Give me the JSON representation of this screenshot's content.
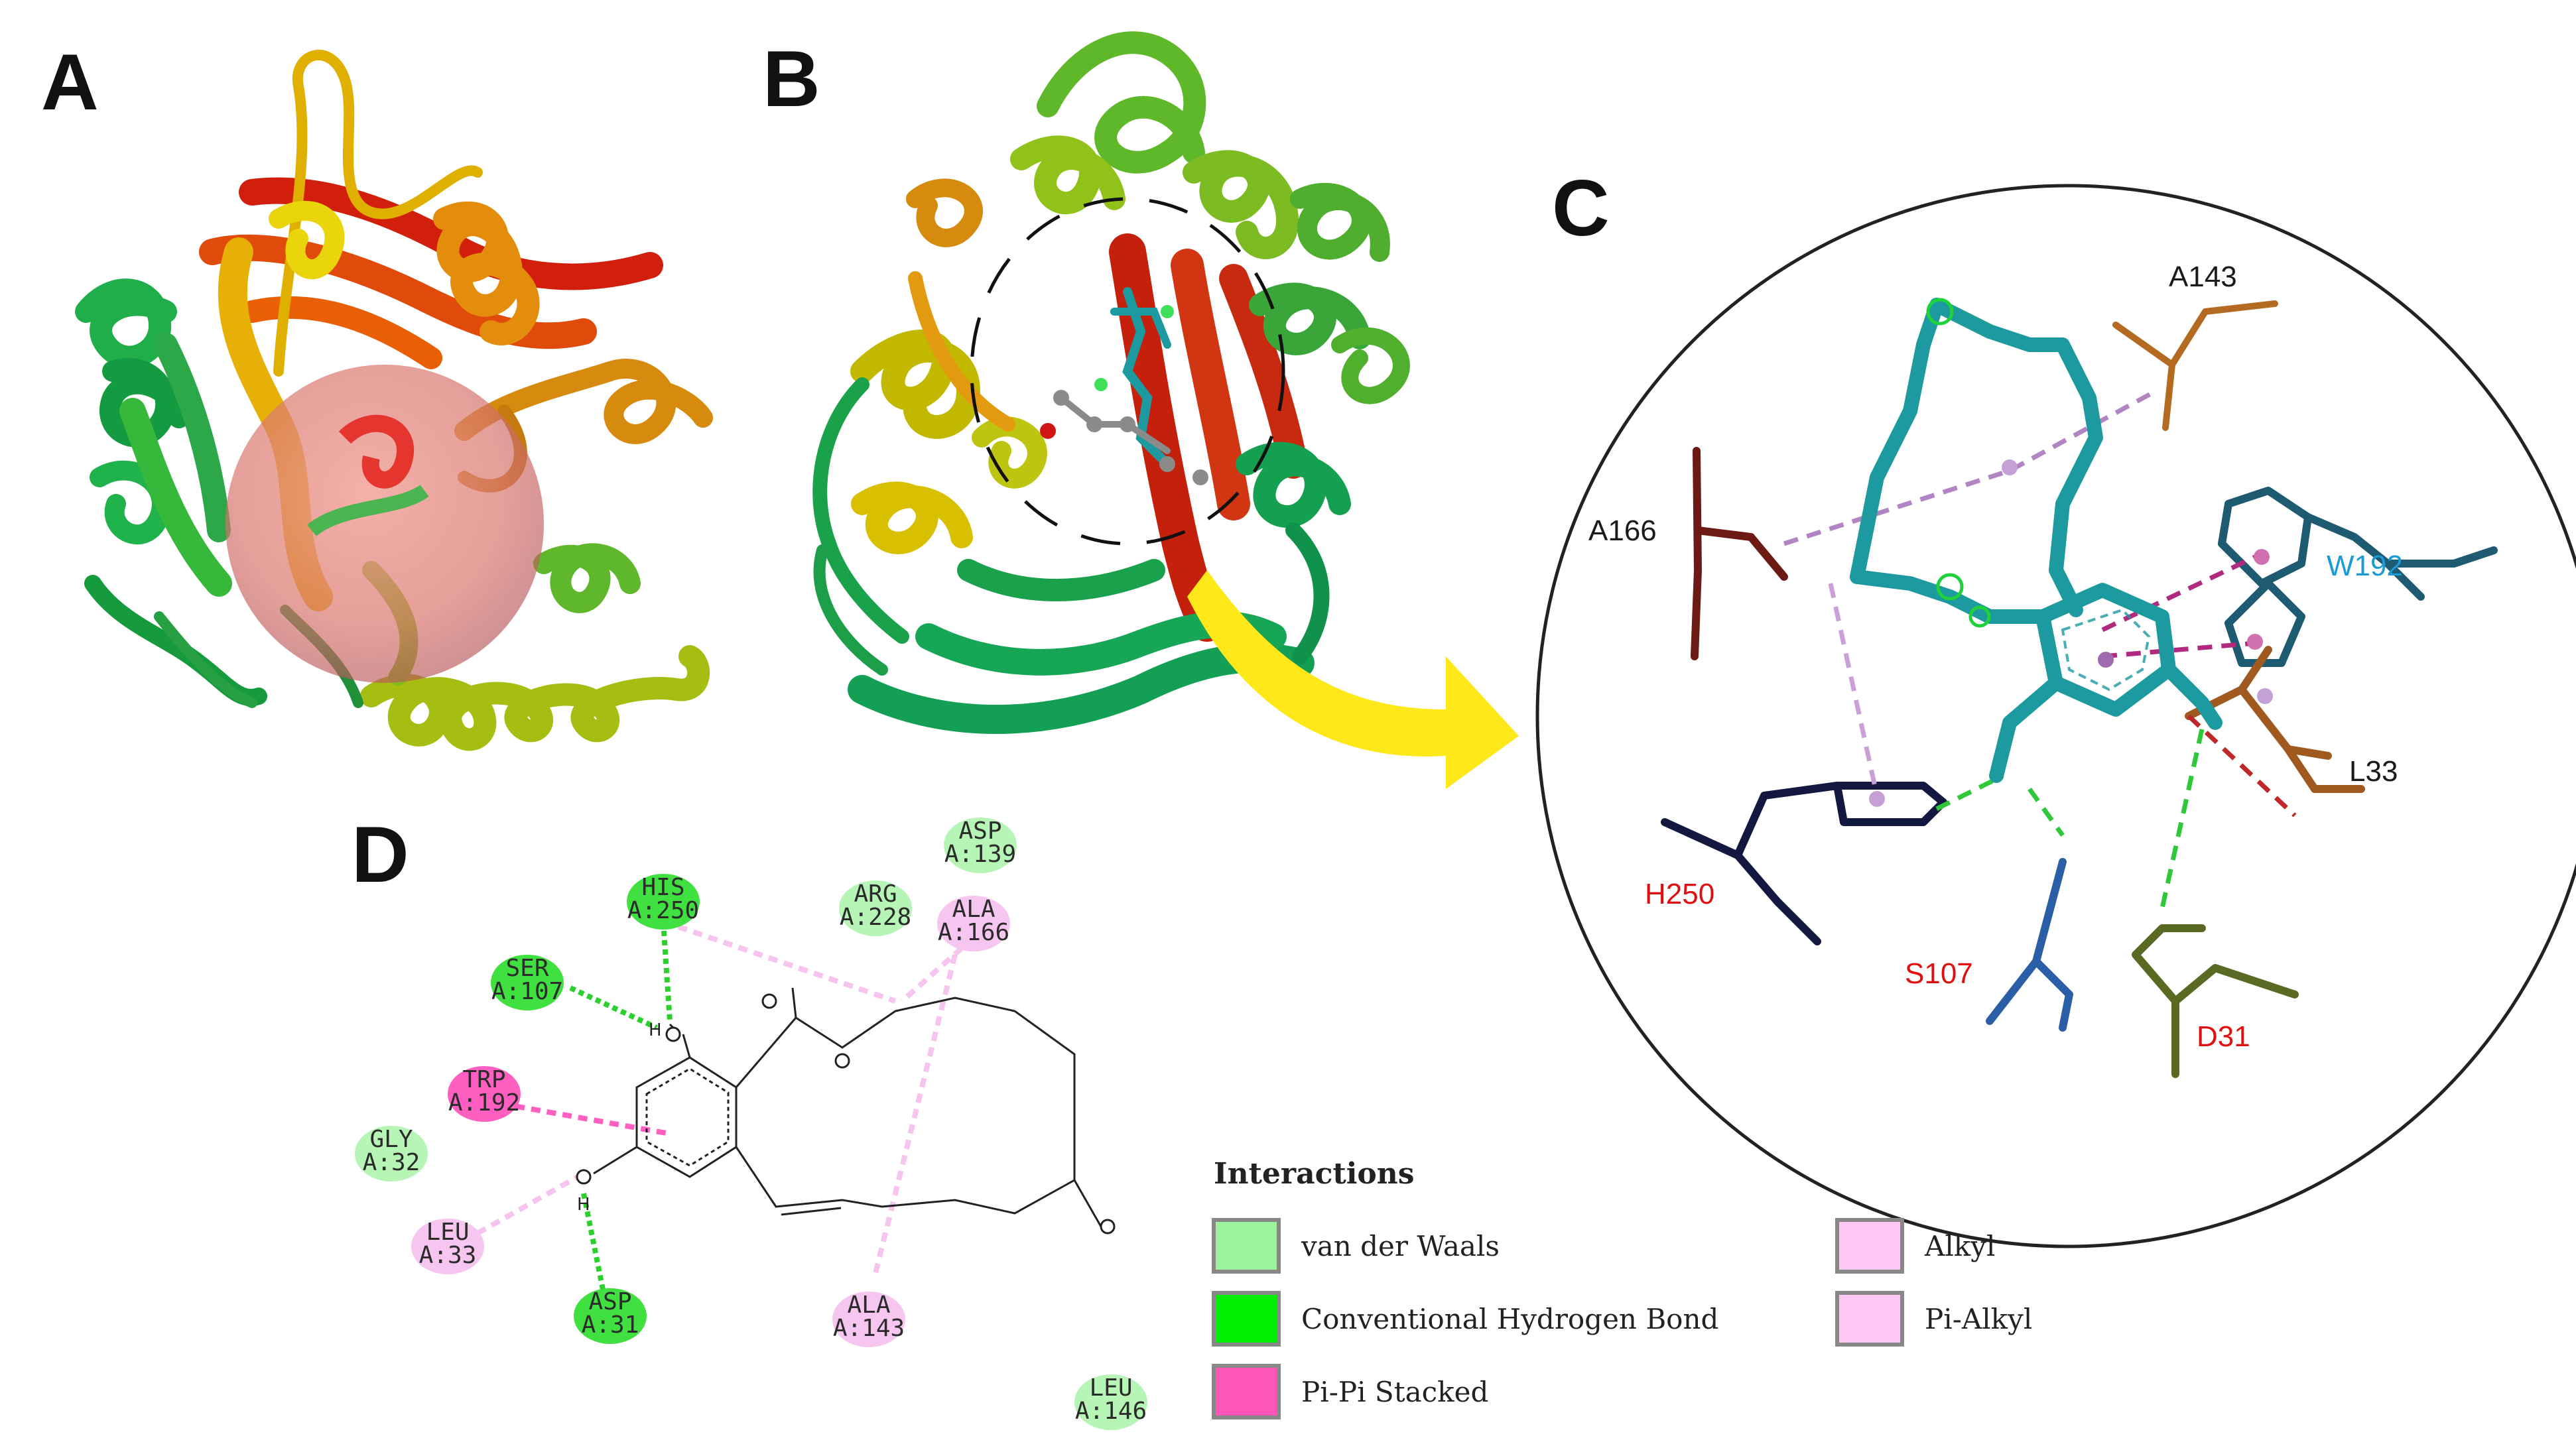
{
  "panels": {
    "a_label": "A",
    "b_label": "B",
    "c_label": "C",
    "d_label": "D"
  },
  "panel_c_residues": [
    {
      "text": "A143",
      "color": "#1a1a1a"
    },
    {
      "text": "A166",
      "color": "#1a1a1a"
    },
    {
      "text": "W192",
      "color": "#1b9ad6"
    },
    {
      "text": "L33",
      "color": "#1a1a1a"
    },
    {
      "text": "H250",
      "color": "#e01010"
    },
    {
      "text": "S107",
      "color": "#e01010"
    },
    {
      "text": "D31",
      "color": "#e01010"
    }
  ],
  "panel_d_residues": [
    {
      "name": "ASP",
      "num": "A:139",
      "kind": "van der Waals"
    },
    {
      "name": "HIS",
      "num": "A:250",
      "kind": "Conventional Hydrogen Bond"
    },
    {
      "name": "ARG",
      "num": "A:228",
      "kind": "van der Waals"
    },
    {
      "name": "ALA",
      "num": "A:166",
      "kind": "Alkyl"
    },
    {
      "name": "SER",
      "num": "A:107",
      "kind": "Conventional Hydrogen Bond"
    },
    {
      "name": "TRP",
      "num": "A:192",
      "kind": "Pi-Pi Stacked"
    },
    {
      "name": "GLY",
      "num": "A:32",
      "kind": "van der Waals"
    },
    {
      "name": "LEU",
      "num": "A:33",
      "kind": "Pi-Alkyl"
    },
    {
      "name": "ASP",
      "num": "A:31",
      "kind": "Conventional Hydrogen Bond"
    },
    {
      "name": "ALA",
      "num": "A:143",
      "kind": "Alkyl"
    },
    {
      "name": "LEU",
      "num": "A:146",
      "kind": "van der Waals"
    }
  ],
  "legend": {
    "title": "Interactions",
    "items": [
      {
        "label": "van der Waals",
        "color": "#9cf59c"
      },
      {
        "label": "Conventional Hydrogen Bond",
        "color": "#00ee00"
      },
      {
        "label": "Pi-Pi Stacked",
        "color": "#ff55bb"
      },
      {
        "label": "Alkyl",
        "color": "#ffc8f2"
      },
      {
        "label": "Pi-Alkyl",
        "color": "#ffc8f2"
      }
    ]
  },
  "colors": {
    "vdw": "#b6f5b6",
    "hbond": "#3fe03f",
    "pipi": "#ff5fc0",
    "alkyl": "#f6c6f0",
    "arrow": "#ffe81a",
    "ligand": "#1c9aa0"
  }
}
